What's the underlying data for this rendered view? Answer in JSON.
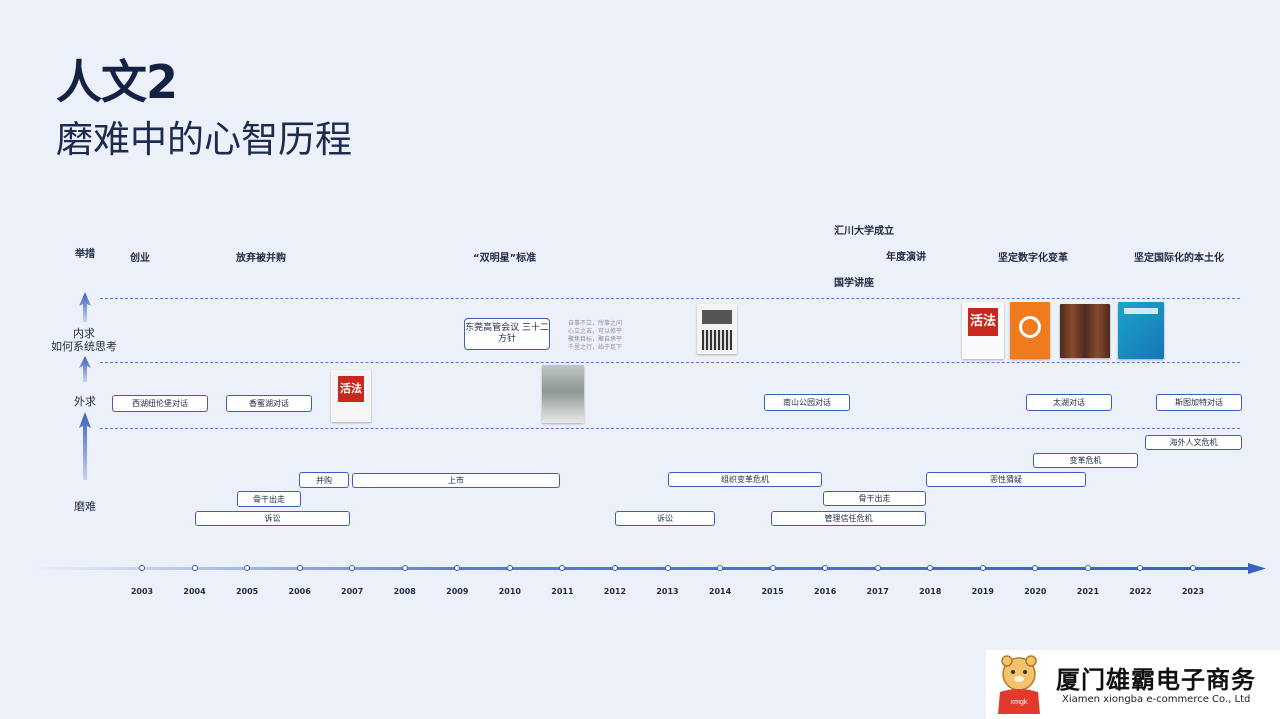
{
  "header": {
    "title": "人文2",
    "subtitle": "磨难中的心智历程"
  },
  "rows": {
    "measures": "举措",
    "inner_1": "内求",
    "inner_2": "如何系统思考",
    "outer": "外求",
    "hardship": "磨难"
  },
  "measures": [
    {
      "label": "创业"
    },
    {
      "label": "放弃被并购"
    },
    {
      "label": "“双明星”标准"
    },
    {
      "label": "汇川大学成立"
    },
    {
      "label": "年度演讲"
    },
    {
      "label": "国学讲座"
    },
    {
      "label": "坚定数字化变革"
    },
    {
      "label": "坚定国际化的本土化"
    }
  ],
  "inner_events": [
    {
      "label": "东莞高管会议 三十二方针"
    }
  ],
  "inner_note": "自事不立，所事之问 心立之苦，可以修平 聚焦目标，聚自承平 千里之行，始于足下",
  "outer_events": [
    {
      "label": "西湖纽伦堡对话"
    },
    {
      "label": "香蜜湖对话"
    },
    {
      "label": "南山公园对话"
    },
    {
      "label": "太湖对话"
    },
    {
      "label": "斯图加特对话"
    }
  ],
  "hardship_events": [
    {
      "label": "诉讼"
    },
    {
      "label": "骨干出走"
    },
    {
      "label": "并购"
    },
    {
      "label": "上市"
    },
    {
      "label": "诉讼"
    },
    {
      "label": "组织变革危机"
    },
    {
      "label": "骨干出走"
    },
    {
      "label": "管理信任危机"
    },
    {
      "label": "恶性猜疑"
    },
    {
      "label": "变革危机"
    },
    {
      "label": "海外人文危机"
    }
  ],
  "years": [
    "2003",
    "2004",
    "2005",
    "2006",
    "2007",
    "2008",
    "2009",
    "2010",
    "2011",
    "2012",
    "2013",
    "2014",
    "2015",
    "2016",
    "2017",
    "2018",
    "2019",
    "2020",
    "2021",
    "2022",
    "2023"
  ],
  "books": {
    "huofa": "活法",
    "huofa2": "活法"
  },
  "brand": {
    "name": "厦门雄霸电子商务",
    "english": "Xiamen xiongba e-commerce Co., Ltd",
    "mascot_tag": "xmgk"
  },
  "colors": {
    "accent": "#3b5fbf",
    "title": "#142142",
    "background": "#ecf0f9"
  }
}
